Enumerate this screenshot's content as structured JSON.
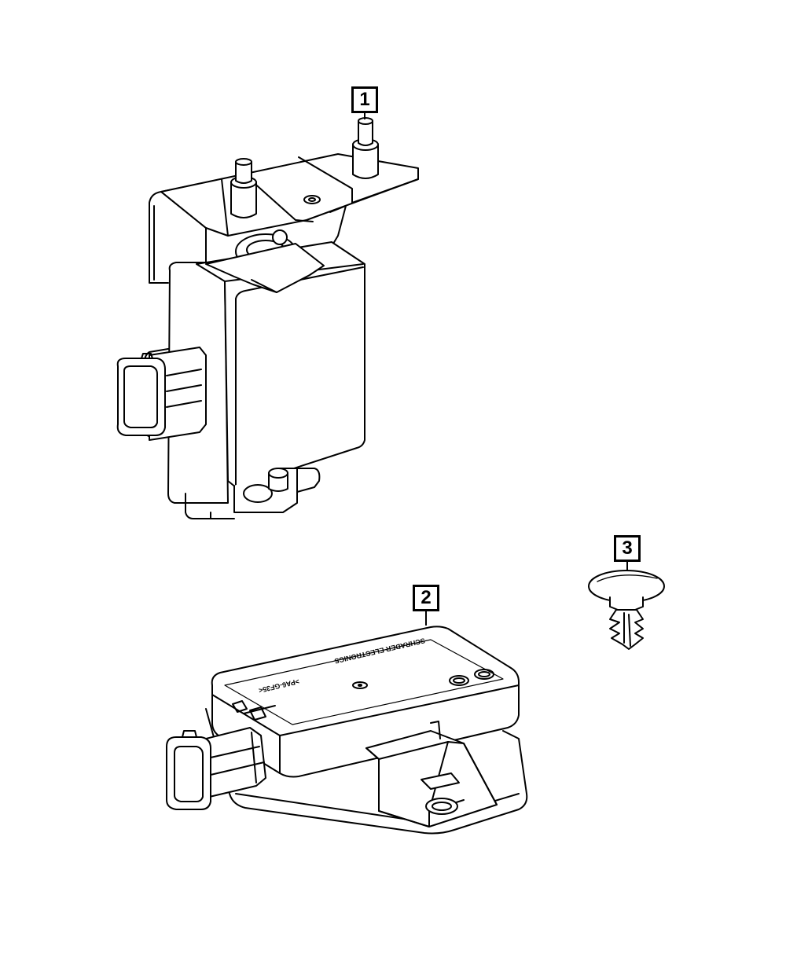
{
  "diagram": {
    "callouts": [
      {
        "id": "1",
        "label": "1"
      },
      {
        "id": "2",
        "label": "2"
      },
      {
        "id": "3",
        "label": "3"
      }
    ],
    "module_markings": {
      "brand_text": "SCHRADER ELECTRONICS",
      "part_text": ">PA6-GF35<"
    }
  }
}
